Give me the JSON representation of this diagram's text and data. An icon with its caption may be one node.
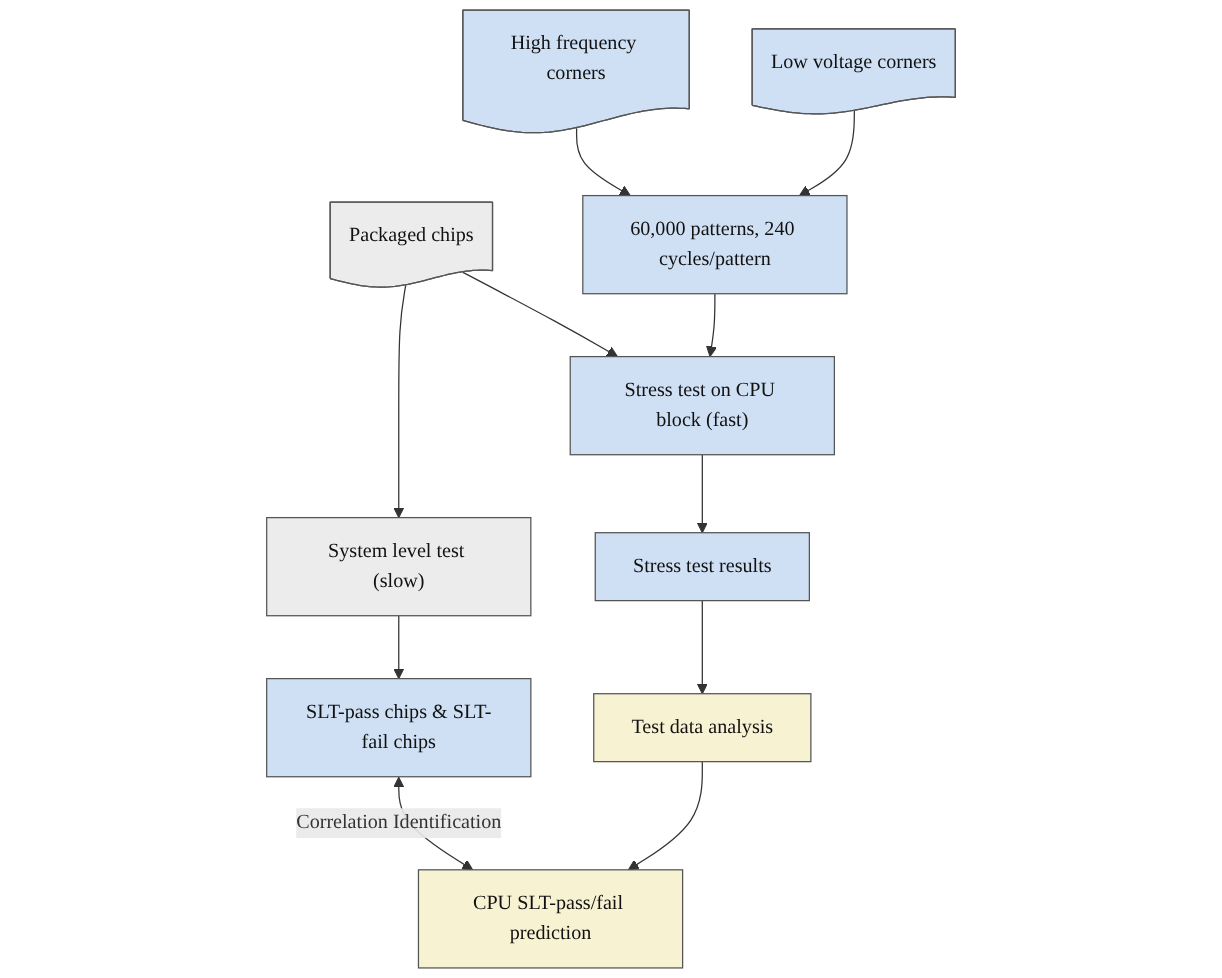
{
  "diagram": {
    "nodes": [
      {
        "text": [
          "Packaged chips"
        ]
      },
      {
        "text": [
          "System level test (slow)"
        ]
      },
      {
        "text": [
          "SLT-pass chips & SLT-fail chips"
        ]
      },
      {
        "text": [
          "Stress test on CPU block (fast)"
        ]
      },
      {
        "text": [
          "Stress test results"
        ]
      },
      {
        "text": [
          "60,000 patterns, 240 cycles/pattern"
        ]
      },
      {
        "text": [
          "Test data analysis"
        ]
      },
      {
        "text": [
          "High frequency corners"
        ]
      },
      {
        "text": [
          "Low voltage corners"
        ]
      },
      {
        "text": [
          "CPU SLT-pass/fail prediction"
        ]
      }
    ],
    "edges": [
      {
        "from": 0,
        "to": 1,
        "arrow": "to"
      },
      {
        "from": 1,
        "to": 2,
        "arrow": "to"
      },
      {
        "from": 0,
        "to": 3,
        "arrow": "to"
      },
      {
        "from": 3,
        "to": 4,
        "arrow": "to"
      },
      {
        "from": 5,
        "to": 3,
        "arrow": "to"
      },
      {
        "from": 4,
        "to": 6,
        "arrow": "to"
      },
      {
        "from": 6,
        "to": 9,
        "arrow": "to"
      },
      {
        "from": 2,
        "to": 9,
        "arrow": "both",
        "label": "Correlation Identification"
      },
      {
        "from": 7,
        "to": 5,
        "arrow": "to"
      },
      {
        "from": 8,
        "to": 5,
        "arrow": "to"
      }
    ]
  }
}
